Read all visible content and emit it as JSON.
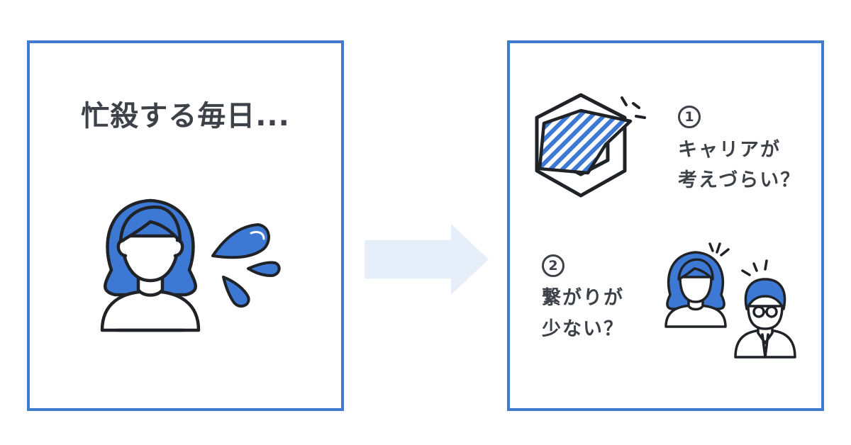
{
  "left_panel": {
    "title": "忙殺する毎日...",
    "icon": "stressed-woman-icon"
  },
  "arrow": {
    "icon": "right-arrow-icon",
    "color": "#e6eefa"
  },
  "right_panel": {
    "items": [
      {
        "number": "1",
        "line1": "キャリアが",
        "line2": "考えづらい？",
        "icon": "puzzle-cube-icon"
      },
      {
        "number": "2",
        "line1": "繋がりが",
        "line2": "少ない？",
        "icon": "two-people-icon"
      }
    ]
  },
  "colors": {
    "accent": "#3f7cd0",
    "text": "#3d4249",
    "fill_blue": "#3d79d4",
    "line": "#1f2226"
  }
}
